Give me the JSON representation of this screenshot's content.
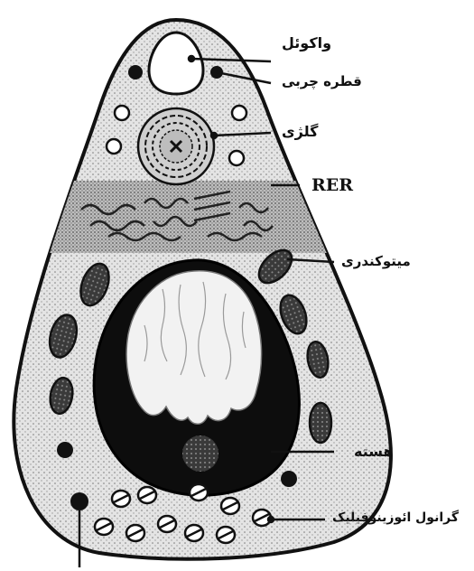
{
  "labels": {
    "vacuole": "واکوئل",
    "fat_droplet": "قطره چربی",
    "golgi": "گلژی",
    "rer": "RER",
    "mitochondria": "میتوکندری",
    "nucleus": "هسته",
    "eosinophilic_granule": "گرانول ائوزینوفیلیک"
  },
  "colors": {
    "outline": "#111111",
    "stipple": "#8a8a8a",
    "cytoplasm": "#d9d9d9",
    "nucleus": "#0d0d0d"
  }
}
